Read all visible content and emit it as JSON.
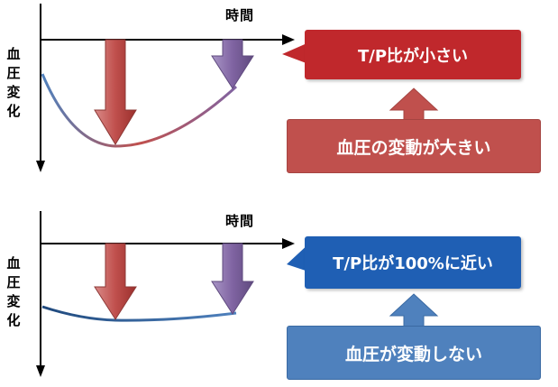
{
  "panels": [
    {
      "time_label": "時間",
      "ylabel": "血圧変化",
      "callout": "T/P比が小さい",
      "result": "血圧の変動が大きい",
      "colors": {
        "callout": "#c0282c",
        "result": "#c0504d",
        "arrow1": "#c0504d",
        "arrow2": "#8064a2",
        "curve_start": "#4f81bd",
        "curve_end": "#c0504d"
      }
    },
    {
      "time_label": "時間",
      "ylabel": "血圧変化",
      "callout": "T/P比が100%に近い",
      "result": "血圧が変動しない",
      "colors": {
        "callout": "#1f5fb4",
        "result": "#4f81bd",
        "arrow1": "#c0504d",
        "arrow2": "#8064a2",
        "curve_start": "#1f497d",
        "curve_end": "#4f81bd"
      }
    }
  ]
}
